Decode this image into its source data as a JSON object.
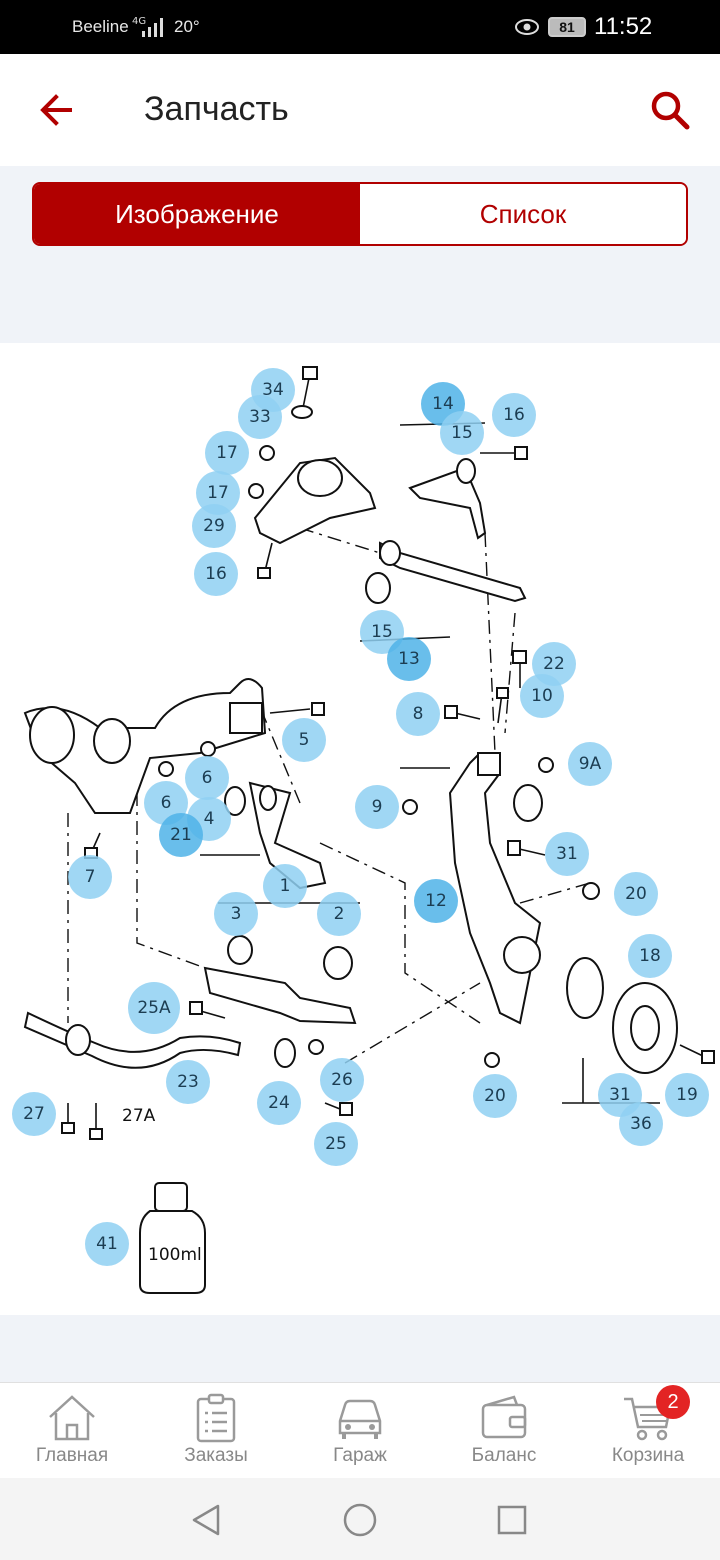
{
  "status_bar": {
    "carrier": "Beeline",
    "network": "4G",
    "temperature": "20°",
    "battery": "81",
    "time": "11:52"
  },
  "app_bar": {
    "title": "Запчасть",
    "back_icon": "arrow-left-icon",
    "search_icon": "search-icon"
  },
  "tabs": {
    "image_label": "Изображение",
    "list_label": "Список",
    "active": "image"
  },
  "diagram": {
    "callouts": [
      "34",
      "33",
      "14",
      "15",
      "16",
      "17",
      "17",
      "29",
      "16",
      "15",
      "13",
      "22",
      "10",
      "8",
      "9A",
      "5",
      "6",
      "6",
      "4",
      "21",
      "7",
      "9",
      "31",
      "1",
      "3",
      "2",
      "12",
      "20",
      "18",
      "25A",
      "23",
      "24",
      "26",
      "25",
      "20",
      "19",
      "31",
      "36",
      "27",
      "41"
    ],
    "plain_labels": [
      "27A",
      "100ml"
    ]
  },
  "bottom_nav": {
    "items": [
      {
        "label": "Главная",
        "icon": "home-icon"
      },
      {
        "label": "Заказы",
        "icon": "clipboard-icon"
      },
      {
        "label": "Гараж",
        "icon": "car-icon"
      },
      {
        "label": "Баланс",
        "icon": "wallet-icon"
      },
      {
        "label": "Корзина",
        "icon": "cart-icon",
        "badge": "2"
      }
    ]
  },
  "colors": {
    "accent": "#b10000",
    "callout": "#8fd0f2",
    "badge": "#e32424"
  }
}
